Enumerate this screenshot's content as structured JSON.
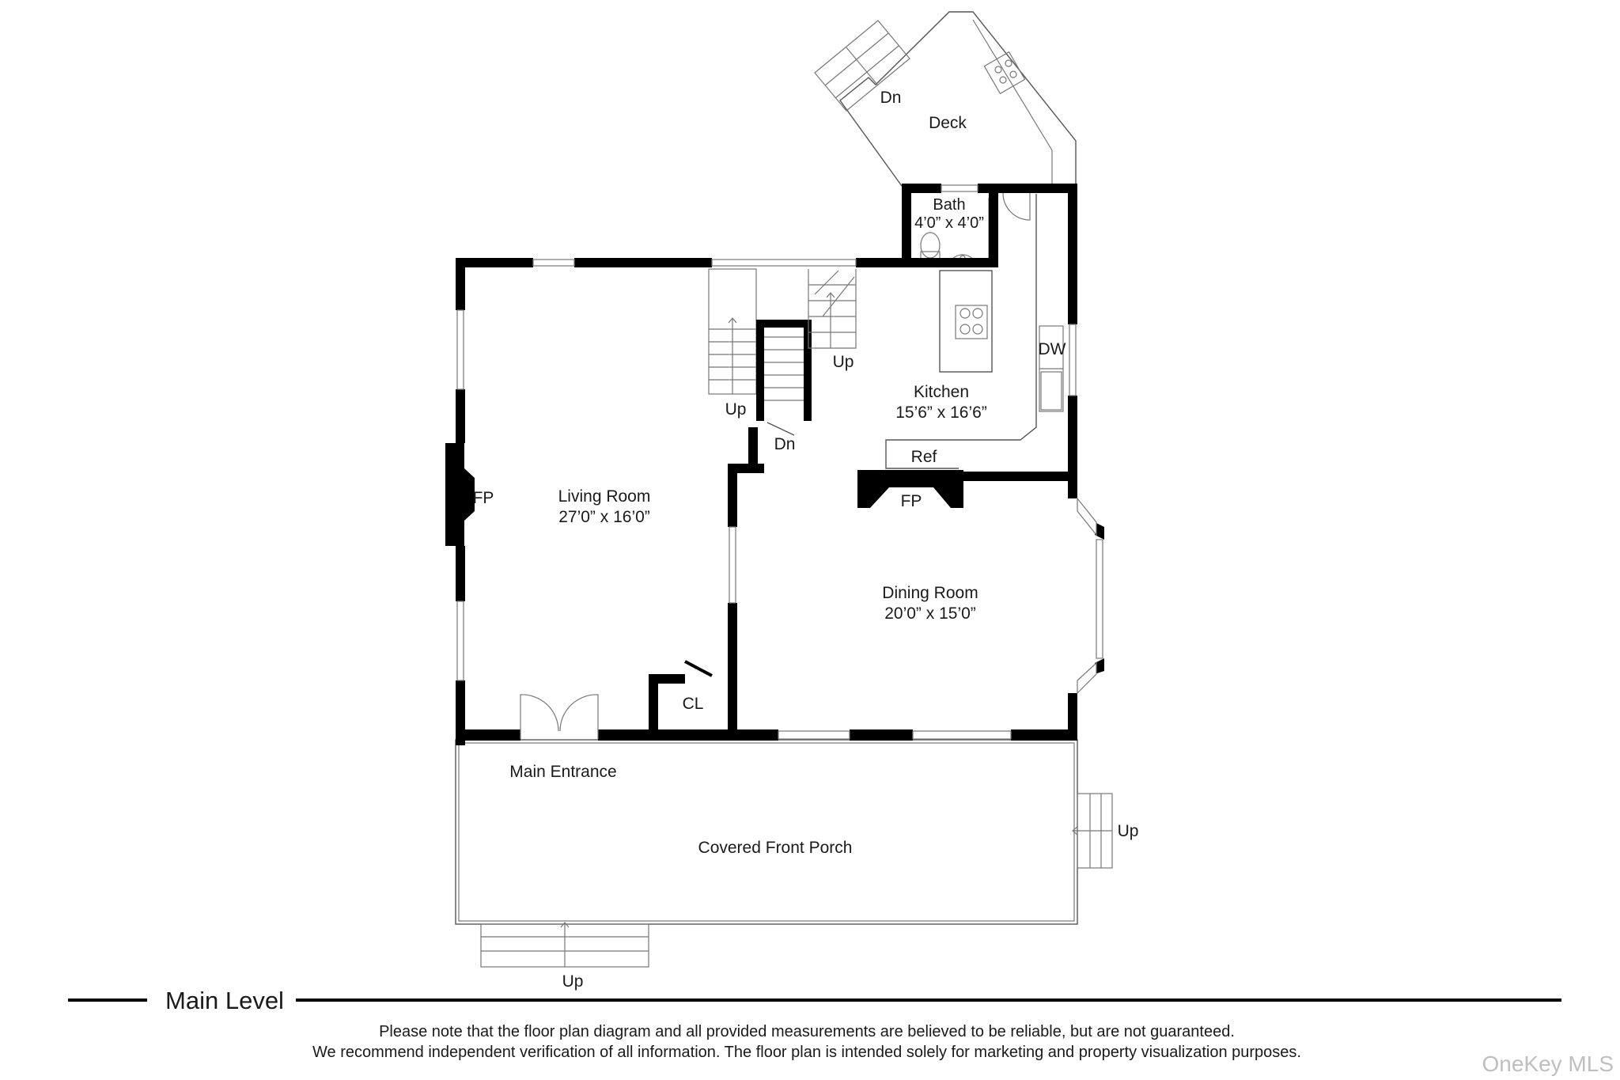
{
  "plan": {
    "rooms": {
      "living_room": {
        "name": "Living Room",
        "size": "27’0” x 16’0”"
      },
      "kitchen": {
        "name": "Kitchen",
        "size": "15’6” x 16’6”"
      },
      "dining_room": {
        "name": "Dining Room",
        "size": "20’0” x 15’0”"
      },
      "bath": {
        "name": "Bath",
        "size": "4’0” x 4’0”"
      },
      "deck": {
        "name": "Deck"
      },
      "covered_front_porch": {
        "name": "Covered Front Porch"
      },
      "main_entrance": {
        "name": "Main Entrance"
      }
    },
    "fixtures": {
      "living_fp": "FP",
      "kitchen_fp": "FP",
      "closet": "CL",
      "ref": "Ref",
      "dw": "DW"
    },
    "stairs": {
      "deck_dn": "Dn",
      "inner_up": "Up",
      "basement_dn": "Dn",
      "kitchen_up": "Up",
      "porch_side_up": "Up",
      "porch_front_up": "Up"
    },
    "level_title": "Main Level",
    "disclaimer": [
      "Please note that the floor plan diagram and all provided measurements are believed to be reliable, but are not guaranteed.",
      "We recommend independent verification of all information. The floor plan is intended solely for marketing and property visualization purposes."
    ],
    "watermark": "OneKey MLS"
  }
}
